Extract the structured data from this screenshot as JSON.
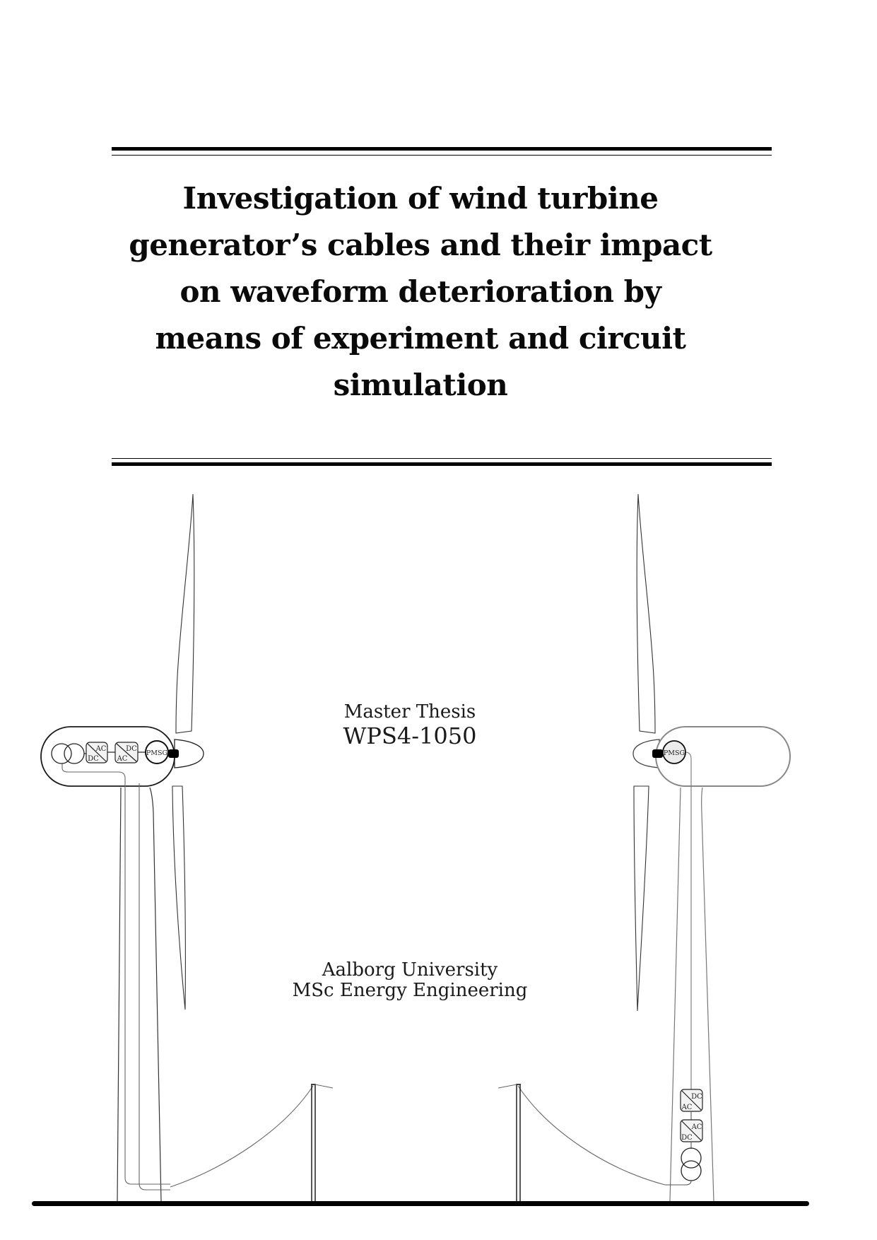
{
  "document": {
    "title_lines": [
      "Investigation of wind turbine",
      "generator’s cables and their impact",
      "on waveform deterioration by",
      "means of experiment and circuit",
      "simulation"
    ],
    "subtitle": {
      "thesis_type": "Master Thesis",
      "project_id": "WPS4-1050"
    },
    "footer": {
      "university": "Aalborg University",
      "programme": "MSc Energy Engineering"
    }
  },
  "figure": {
    "left_turbine": {
      "generator_label": "PMSG",
      "converter_grid_side": {
        "top_label": "AC",
        "bottom_label": "DC"
      },
      "converter_generator_side": {
        "top_label": "DC",
        "bottom_label": "AC"
      }
    },
    "right_turbine": {
      "generator_label": "PMSG",
      "converter_upper": {
        "top_label": "DC",
        "bottom_label": "AC"
      },
      "converter_lower": {
        "top_label": "AC",
        "bottom_label": "DC"
      }
    },
    "colors": {
      "ink": "#000000",
      "component_fill": "#f3f3f3",
      "right_pmsg_fill": "#ececec",
      "wire_gray": "#666666"
    }
  }
}
